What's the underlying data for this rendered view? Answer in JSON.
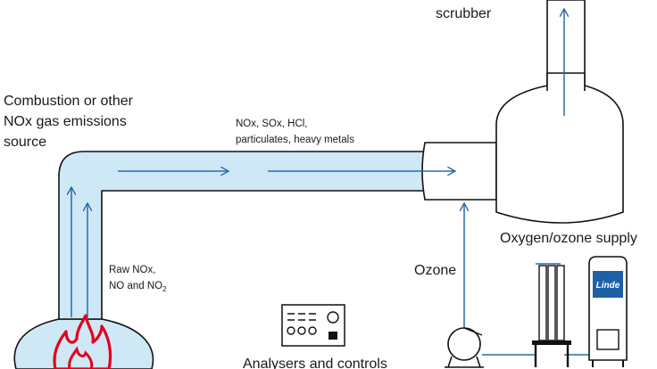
{
  "labels": {
    "scrubber": "scrubber",
    "source_line1": "Combustion or other",
    "source_line2": "NOx gas emissions",
    "source_line3": "source",
    "flow_line1": "NOx, SOx, HCl,",
    "flow_line2": "particulates, heavy metals",
    "raw_line1": "Raw NOx,",
    "raw_line2_prefix": "NO and NO",
    "raw_line2_sub": "2",
    "ozone": "Ozone",
    "supply": "Oxygen/ozone supply",
    "analysers": "Analysers and controls"
  },
  "logo": {
    "text": "Linde",
    "is_logo": true
  },
  "colors": {
    "gas_fill": "#cfe8f6",
    "arrow": "#2a6aa6",
    "outline": "#111111",
    "flame_red": "#e3001b",
    "logo_blue": "#1f5fa8"
  },
  "icons": [
    "flame-icon",
    "compressor-icon",
    "control-panel-icon",
    "ozone-generator-icon",
    "oxygen-tank-icon"
  ]
}
